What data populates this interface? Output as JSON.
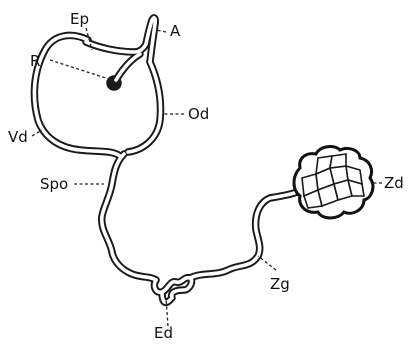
{
  "labels": {
    "A": "A",
    "Ep": "Ep",
    "R": "R",
    "Od": "Od",
    "Vd": "Vd",
    "Spo": "Spo",
    "Zd": "Zd",
    "Zg": "Zg",
    "Ed": "Ed"
  }
}
